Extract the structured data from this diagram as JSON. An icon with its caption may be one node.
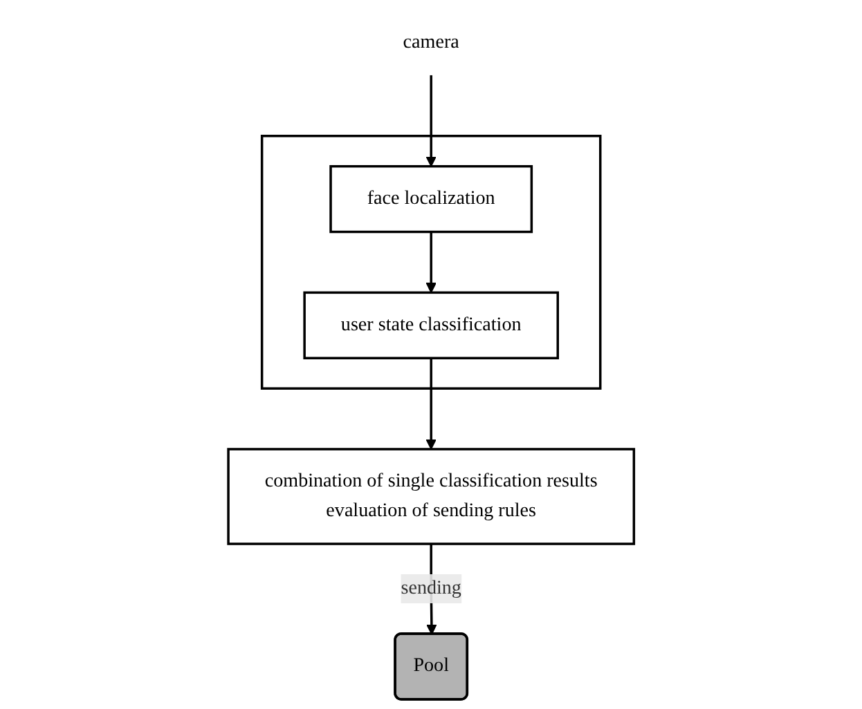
{
  "diagram": {
    "nodes": [
      {
        "text": [
          "camera"
        ]
      },
      {
        "text": [],
        "shape": "box"
      },
      {
        "text": [
          "face localization"
        ],
        "in": 1
      },
      {
        "text": [
          "user state classification"
        ],
        "in": 1
      },
      {
        "text": [
          "combination of single classification results",
          "evaluation of sending rules"
        ]
      },
      {
        "text": [
          "Pool"
        ]
      }
    ],
    "edges": [
      {
        "from": 0,
        "to": 2,
        "arrow": "to"
      },
      {
        "from": 2,
        "to": 3,
        "arrow": "to"
      },
      {
        "from": 3,
        "to": 4,
        "arrow": "to"
      },
      {
        "from": 4,
        "to": 5,
        "arrow": "to",
        "label": "sending"
      }
    ]
  }
}
